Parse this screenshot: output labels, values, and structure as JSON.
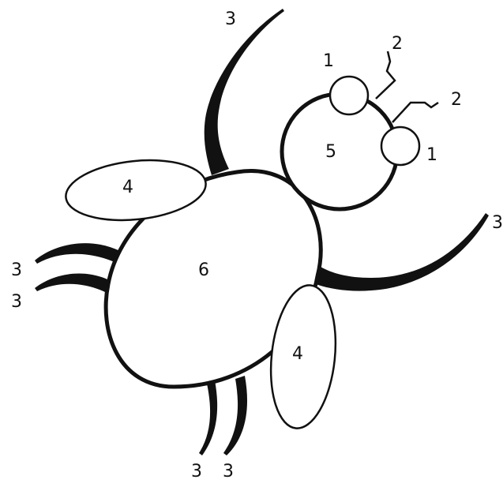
{
  "diagram": {
    "labels": {
      "eye_top": "1",
      "eye_right": "1",
      "antenna_top": "2",
      "antenna_right": "2",
      "leg_top": "3",
      "leg_right": "3",
      "leg_left_upper": "3",
      "leg_left_lower": "3",
      "leg_bottom_left": "3",
      "leg_bottom_right": "3",
      "wing_upper": "4",
      "wing_lower": "4",
      "head": "5",
      "body": "6"
    }
  },
  "colors": {
    "stroke": "#111111",
    "fill": "#ffffff",
    "background": "#ffffff"
  }
}
